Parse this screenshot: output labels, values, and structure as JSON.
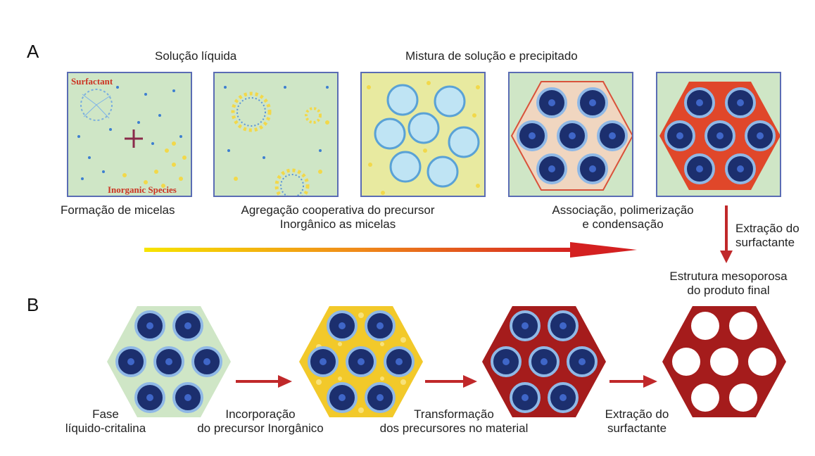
{
  "section_a": {
    "letter": "A",
    "header_left": "Solução líquida",
    "header_right": "Mistura de solução e precipitado",
    "panel_labels": {
      "surfactant": "Surfactant",
      "inorganic": "Inorganic Species"
    },
    "captions": [
      "Formação de micelas",
      "Agregação cooperativa do precursor",
      "Inorgânico as micelas",
      "Associação, polimerização",
      "e condensação"
    ],
    "extraction": [
      "Extração do",
      "surfactante"
    ],
    "final": [
      "Estrutura mesoporosa",
      "do produto final"
    ]
  },
  "section_b": {
    "letter": "B",
    "captions": [
      [
        "Fase",
        "líquido-critalina"
      ],
      [
        "Incorporação",
        "do precursor Inorgânico"
      ],
      [
        "Transformação",
        "dos precursores no material"
      ],
      [
        "Extração do",
        "surfactante"
      ]
    ]
  },
  "colors": {
    "panel_bg": "#cfe6c6",
    "panel_border": "#5a6cb4",
    "micelle_dark": "#1c2f6e",
    "micelle_ring": "#8fb8e6",
    "silica_yellow": "#f2c92a",
    "matrix_red": "#a51c1c",
    "arrow_red": "#c0282a"
  }
}
